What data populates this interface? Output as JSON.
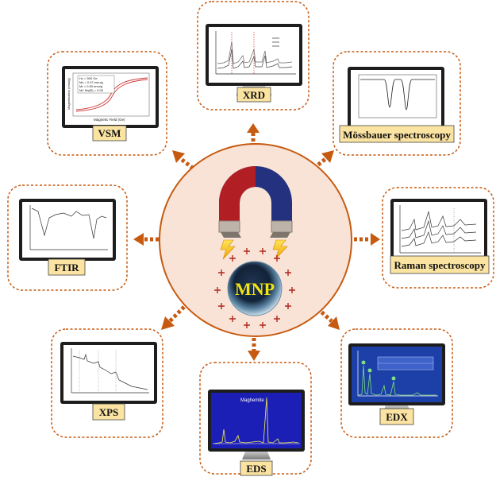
{
  "center": {
    "label": "MNP"
  },
  "techniques": [
    {
      "id": "xrd",
      "label": "XRD"
    },
    {
      "id": "mossbauer",
      "label": "Mössbauer spectroscopy"
    },
    {
      "id": "raman",
      "label": "Raman spectroscopy"
    },
    {
      "id": "edx",
      "label": "EDX"
    },
    {
      "id": "eds",
      "label": "EDS"
    },
    {
      "id": "xps",
      "label": "XPS"
    },
    {
      "id": "ftir",
      "label": "FTIR"
    },
    {
      "id": "vsm",
      "label": "VSM"
    }
  ],
  "screens": {
    "vsm": {
      "params": [
        "Hc = 500 Oe",
        "Ms = 0.97 emu/g",
        "Mr = 0.50 emu/g",
        "Mr/ Ms(B) = 0.05"
      ],
      "xlabel": "Magnetic Field (Oe)",
      "ylabel": "Magnetization (emu/g)"
    },
    "eds": {
      "title": "Maghemite"
    }
  },
  "colors": {
    "arrow": "#c65a11",
    "panel_border": "#c65a11",
    "center_fill": "#f9e3d6",
    "label_bg": "#fbe3a2",
    "magnet_red": "#b11f24",
    "magnet_blue": "#23317f",
    "charge": "#b1281e",
    "mnp_text": "#f2e313"
  },
  "icons": [
    "horseshoe-magnet-icon",
    "lightning-bolt-icon",
    "monitor-icon"
  ]
}
